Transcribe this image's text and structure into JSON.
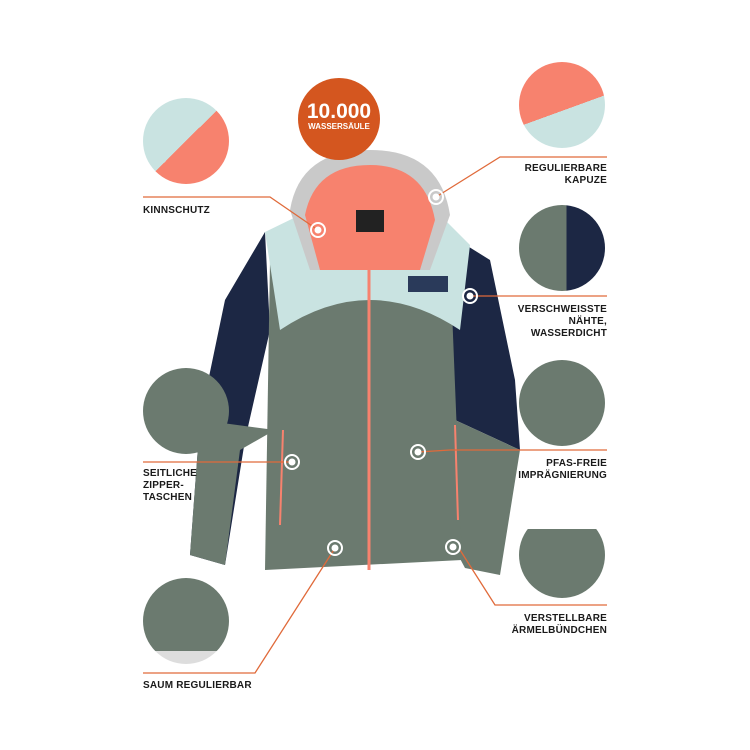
{
  "badge": {
    "value": "10.000",
    "label": "WASSERSÄULE",
    "color": "#d4561f"
  },
  "features": {
    "chin": "KINNSCHUTZ",
    "hood": [
      "REGULIERBARE",
      "KAPUZE"
    ],
    "seams": [
      "VERSCHWEISSTE",
      "NÄHTE,",
      "WASSERDICHT"
    ],
    "pockets": [
      "SEITLICHE",
      "ZIPPER-",
      "TASCHEN"
    ],
    "pfas": [
      "PFAS-FREIE",
      "IMPRÄGNIERUNG"
    ],
    "cuffs": [
      "VERSTELLBARE",
      "ÄRMELBÜNDCHEN"
    ],
    "hem": "SAUM REGULIERBAR"
  },
  "colors": {
    "line": "#e06a3a",
    "olive": "#6b7a6f",
    "navy": "#1c2744",
    "mint": "#c9e3e1",
    "coral": "#f7826e"
  }
}
